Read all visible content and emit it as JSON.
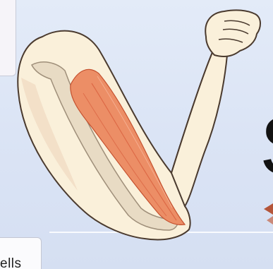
{
  "slide": {
    "big_letter": "S",
    "bottom_label": "ells"
  },
  "illustration": {
    "subject": "arm-with-biceps-muscle",
    "colors": {
      "skin": "#faf0da",
      "skin_shadow": "#f0d9c0",
      "outline": "#4a3a2e",
      "muscle": "#ec8e66",
      "muscle_dark": "#d9603e",
      "bone": "#e8dbc4",
      "background": "#dbe4f5",
      "arrow": "#b4553a"
    }
  }
}
